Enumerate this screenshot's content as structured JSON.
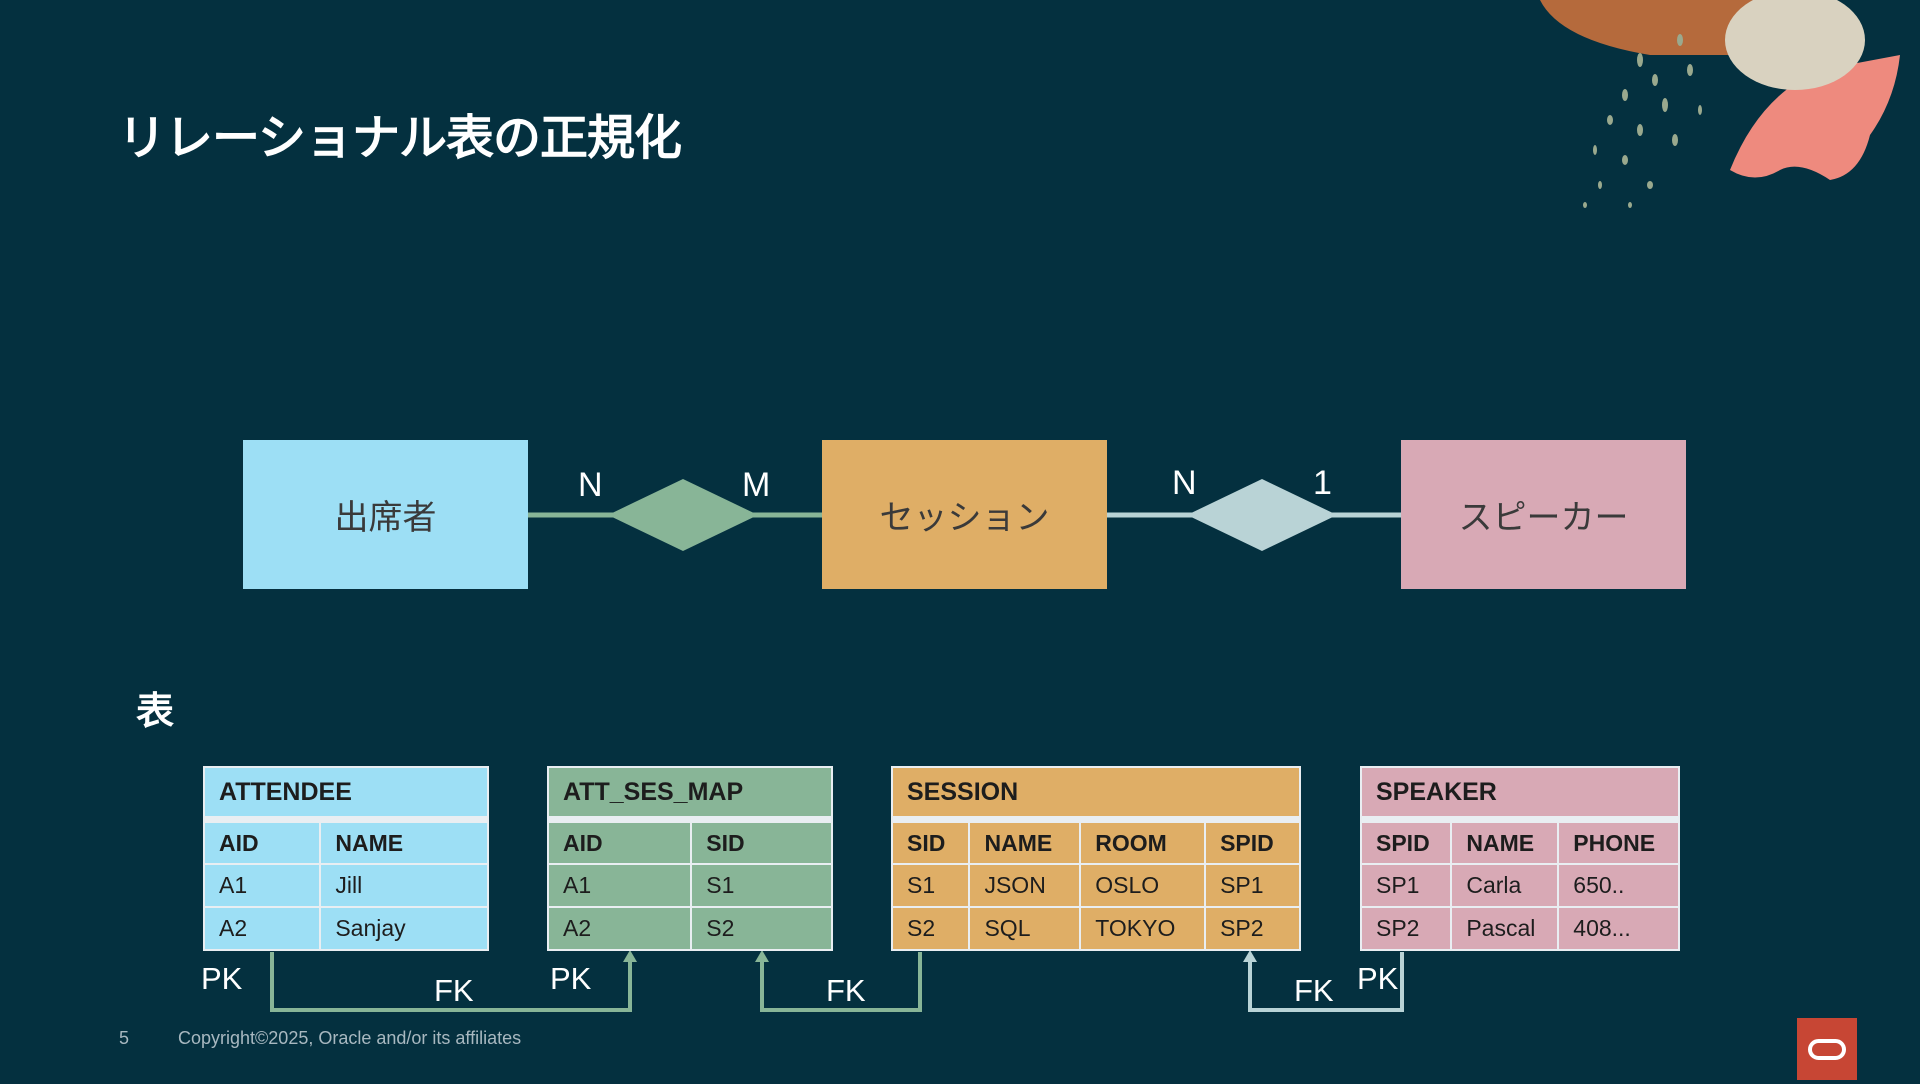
{
  "slide": {
    "title": "リレーショナル表の正規化",
    "section_label": "表",
    "page_number": "5",
    "copyright": "Copyright©2025, Oracle and/or its affiliates"
  },
  "er_diagram": {
    "entities": [
      {
        "label": "出席者",
        "color": "#9ddff5"
      },
      {
        "label": "セッション",
        "color": "#dfae66"
      },
      {
        "label": "スピーカー",
        "color": "#d8a9b5"
      }
    ],
    "relationships": [
      {
        "left_cardinality": "N",
        "right_cardinality": "M",
        "color": "#88b597"
      },
      {
        "left_cardinality": "N",
        "right_cardinality": "1",
        "color": "#b9d3d6"
      }
    ]
  },
  "tables": {
    "attendee": {
      "name": "ATTENDEE",
      "columns": [
        "AID",
        "NAME"
      ],
      "rows": [
        [
          "A1",
          "Jill"
        ],
        [
          "A2",
          "Sanjay"
        ]
      ]
    },
    "att_ses_map": {
      "name": "ATT_SES_MAP",
      "columns": [
        "AID",
        "SID"
      ],
      "rows": [
        [
          "A1",
          "S1"
        ],
        [
          "A2",
          "S2"
        ]
      ]
    },
    "session": {
      "name": "SESSION",
      "columns": [
        "SID",
        "NAME",
        "ROOM",
        "SPID"
      ],
      "rows": [
        [
          "S1",
          "JSON",
          "OSLO",
          "SP1"
        ],
        [
          "S2",
          "SQL",
          "TOKYO",
          "SP2"
        ]
      ]
    },
    "speaker": {
      "name": "SPEAKER",
      "columns": [
        "SPID",
        "NAME",
        "PHONE"
      ],
      "rows": [
        [
          "SP1",
          "Carla",
          "650.."
        ],
        [
          "SP2",
          "Pascal",
          "408..."
        ]
      ]
    }
  },
  "key_labels": {
    "pk_attendee": "PK",
    "fk_attmap_attendee": "FK",
    "pk_attmap": "PK",
    "fk_attmap_session": "FK",
    "fk_session_speaker": "FK",
    "pk_speaker": "PK"
  },
  "colors": {
    "background": "#04303f",
    "oracle_red": "#c74634",
    "connector_green": "#88b597",
    "connector_light": "#b9d3d6"
  }
}
